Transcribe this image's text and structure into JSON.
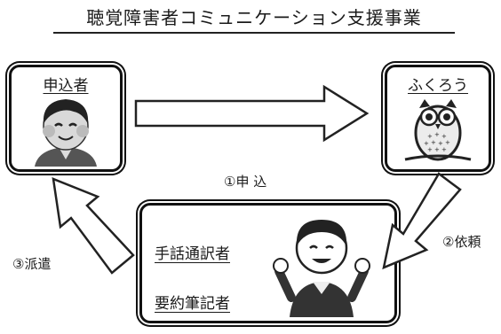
{
  "title": "聴覚障害者コミュニケーション支援事業",
  "nodes": {
    "applicant": {
      "label": "申込者"
    },
    "fukurou": {
      "label": "ふくろう"
    },
    "provider": {
      "roles": [
        "手話通訳者",
        "要約筆記者"
      ]
    }
  },
  "edges": {
    "apply": "①申 込",
    "request": "②依頼",
    "dispatch": "③派遣"
  },
  "icons": {
    "applicant": "person-face-icon",
    "fukurou": "owl-icon",
    "provider": "signing-child-icon"
  }
}
